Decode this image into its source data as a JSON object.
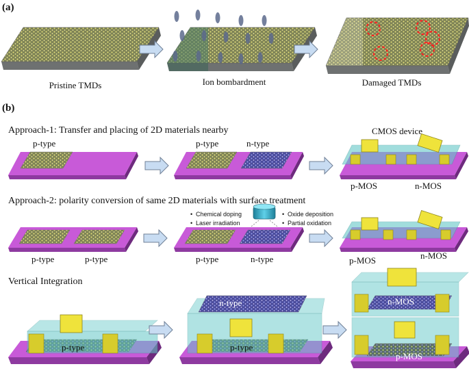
{
  "panel_a": {
    "label": "(a)",
    "steps": [
      "Pristine TMDs",
      "Ion bombardment",
      "Damaged TMDs"
    ]
  },
  "panel_b": {
    "label": "(b)",
    "approach1": {
      "title": "Approach-1: Transfer and placing of 2D materials nearby",
      "p_type": "p-type",
      "n_type": "n-type",
      "cmos_device": "CMOS device",
      "p_mos": "p-MOS",
      "n_mos": "n-MOS"
    },
    "approach2": {
      "title": "Approach-2: polarity conversion of same 2D materials with surface treatment",
      "p_type": "p-type",
      "n_type": "n-type",
      "treatments_left": [
        "Chemical doping",
        "Laser irradiation"
      ],
      "treatments_right": [
        "Oxide deposition",
        "Partial oxidation"
      ],
      "p_mos": "p-MOS",
      "n_mos": "n-MOS"
    },
    "vertical": {
      "title": "Vertical Integration",
      "p_type": "p-type",
      "n_type": "n-type",
      "n_mos": "n-MOS",
      "p_mos": "p-MOS"
    }
  },
  "colors": {
    "substrate": "#c85ad8",
    "substrate_dark": "#8e3aa0",
    "gray_sub": "#8a8d8d",
    "lattice_yellow": "#e9e37a",
    "lattice_blue": "#6a74d8",
    "gate_yellow": "#efe33b",
    "dielectric": "#64c8c8",
    "arrow": "#c8dcf2",
    "damage": "#ff2020"
  }
}
